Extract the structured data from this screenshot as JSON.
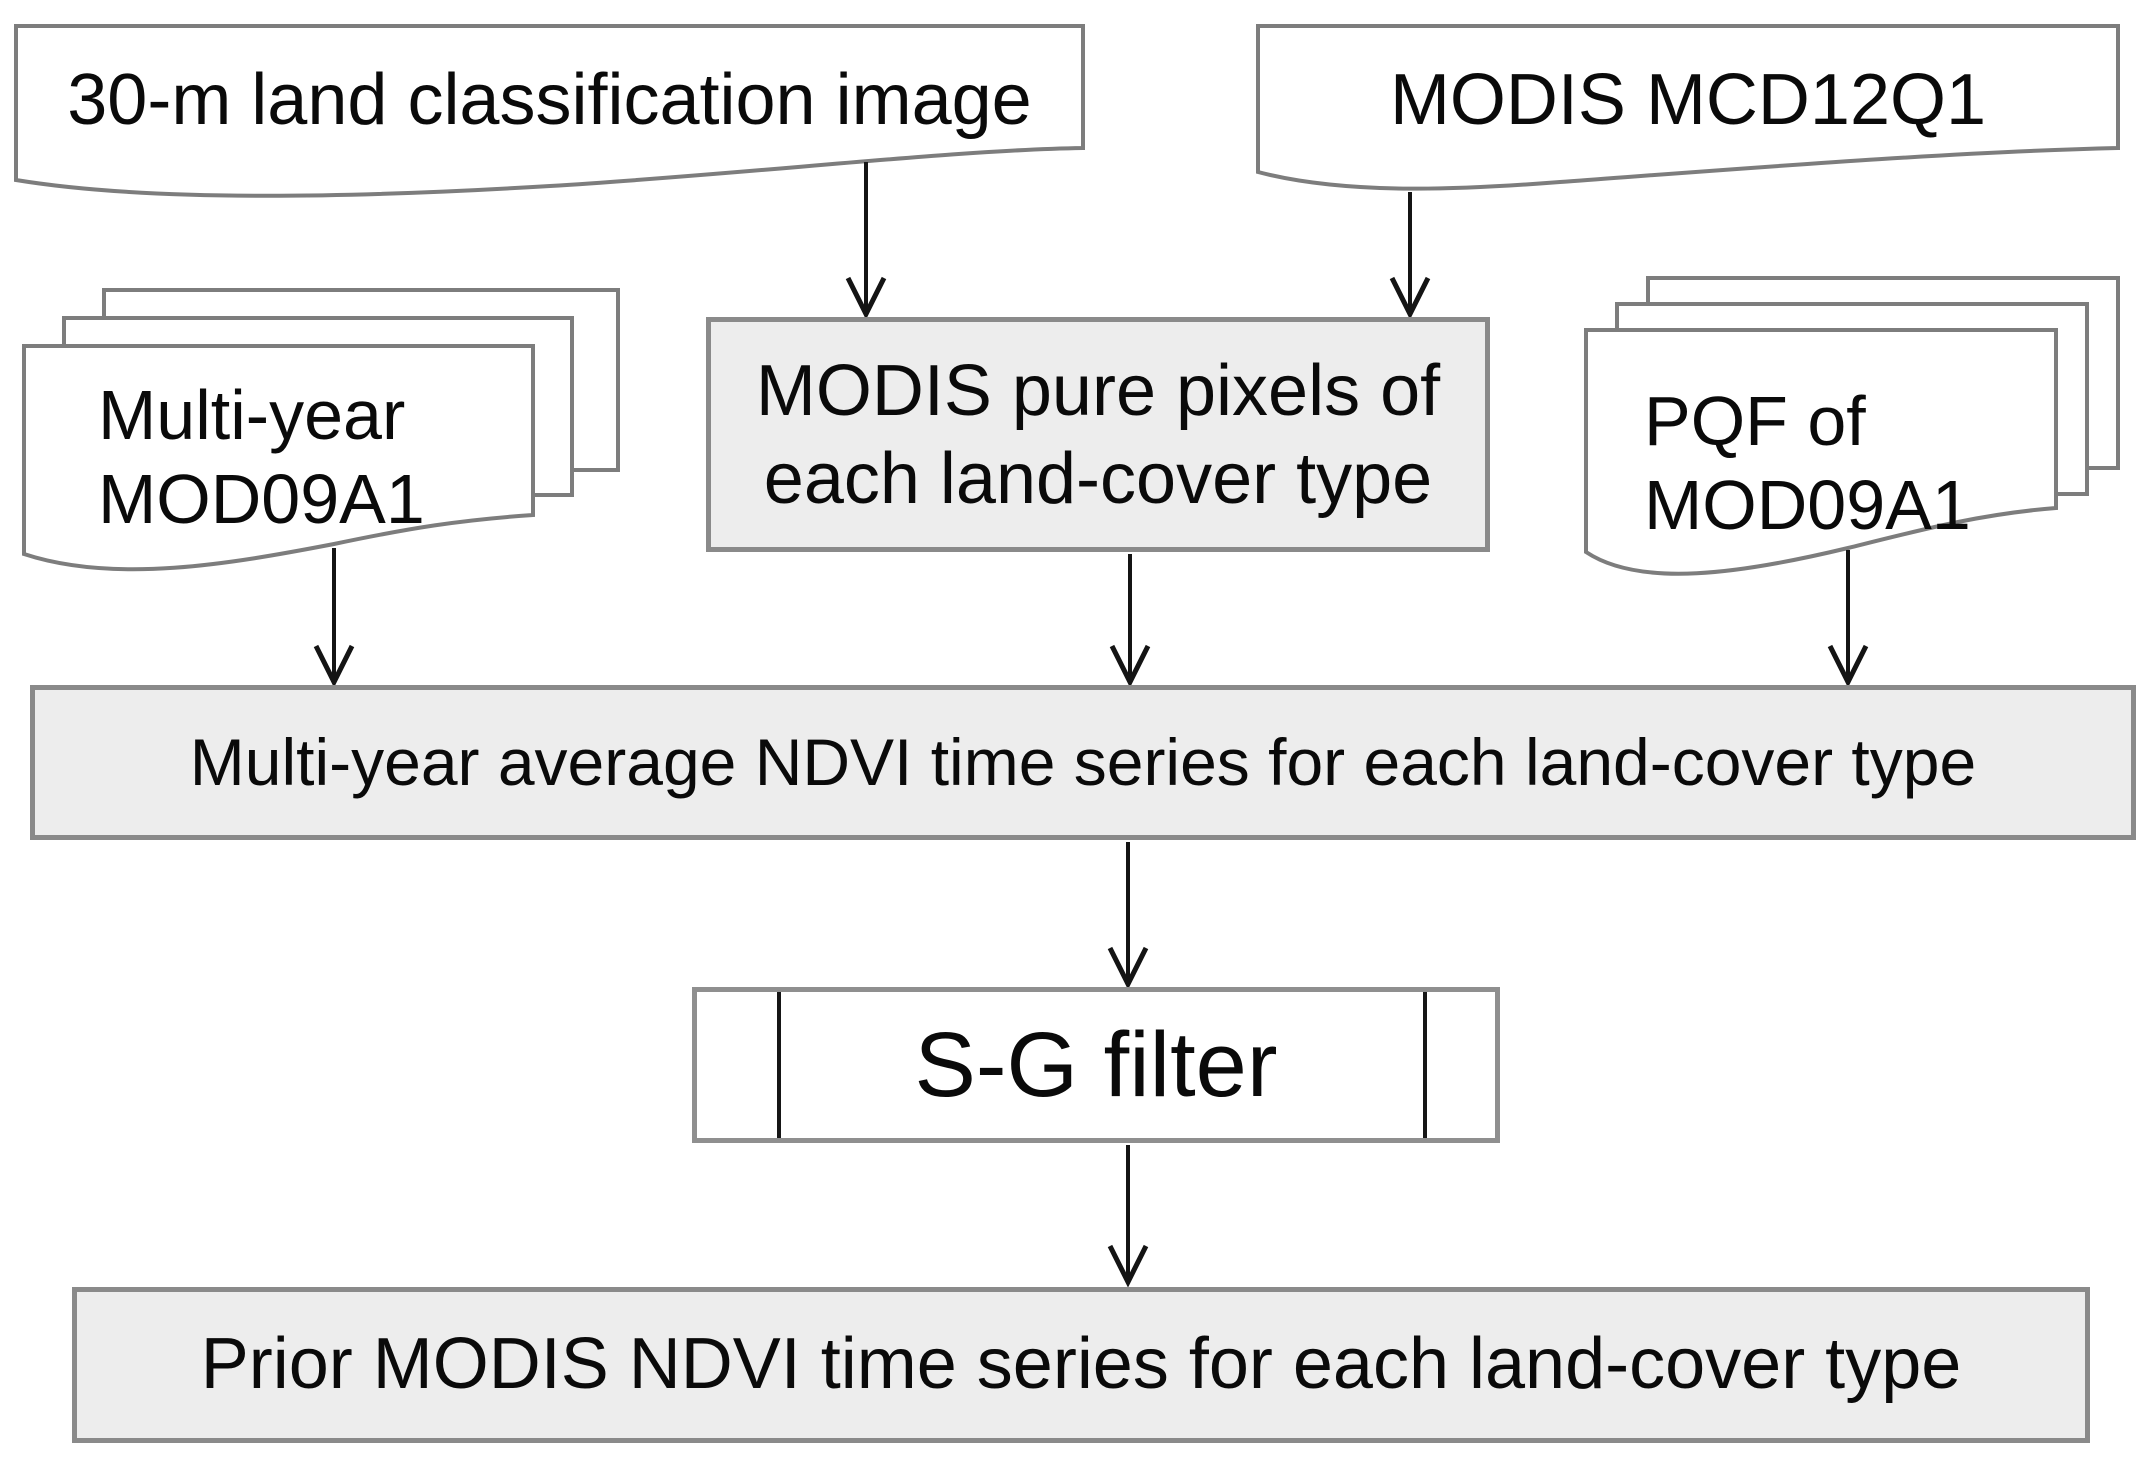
{
  "diagram": {
    "type": "flowchart",
    "background": "#ffffff",
    "colors": {
      "process_fill": "#ededed",
      "process_border": "#8a8a8a",
      "document_fill": "#ffffff",
      "document_border": "#7d7d7d",
      "arrow": "#141414",
      "text": "#0a0a0a"
    },
    "nodes": {
      "land_classification": {
        "shape": "document",
        "label": "30-m land classification image"
      },
      "mcd12q1": {
        "shape": "document",
        "label": "MODIS MCD12Q1"
      },
      "mod09a1": {
        "shape": "multidocument",
        "lines": [
          "Multi-year",
          "MOD09A1"
        ]
      },
      "pure_pixels": {
        "shape": "process",
        "lines": [
          "MODIS pure pixels of",
          "each land-cover type"
        ]
      },
      "pqf": {
        "shape": "multidocument",
        "lines": [
          "PQF of",
          "MOD09A1"
        ]
      },
      "avg_ndvi": {
        "shape": "process",
        "label": "Multi-year average NDVI time series for each land-cover type"
      },
      "sg_filter": {
        "shape": "predefined-process",
        "label": "S-G filter"
      },
      "prior_ndvi": {
        "shape": "process",
        "label": "Prior MODIS NDVI time series for each land-cover type"
      }
    },
    "edges": [
      {
        "from": "land_classification",
        "to": "pure_pixels"
      },
      {
        "from": "mcd12q1",
        "to": "pure_pixels"
      },
      {
        "from": "mod09a1",
        "to": "avg_ndvi"
      },
      {
        "from": "pure_pixels",
        "to": "avg_ndvi"
      },
      {
        "from": "pqf",
        "to": "avg_ndvi"
      },
      {
        "from": "avg_ndvi",
        "to": "sg_filter"
      },
      {
        "from": "sg_filter",
        "to": "prior_ndvi"
      }
    ]
  }
}
